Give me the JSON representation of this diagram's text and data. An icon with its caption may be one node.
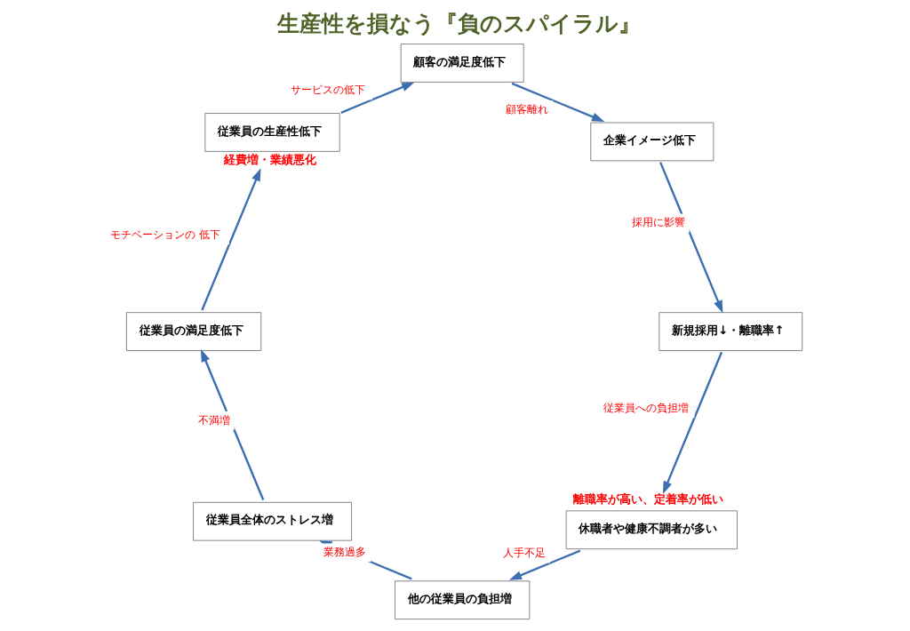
{
  "diagram": {
    "title": "生産性を損なう『負のスパイラル』",
    "nodes": [
      {
        "text": [
          "休職者や健康不調者が多い"
        ],
        "beside": [
          "離職率が高い、定着率が低い"
        ]
      },
      {
        "text": [
          "他の従業員の負担増"
        ]
      },
      {
        "text": [
          "従業員全体のストレス増"
        ]
      },
      {
        "text": [
          "従業員の満足度低下"
        ]
      },
      {
        "text": [
          "従業員の生産性低下"
        ],
        "beside": [
          "経費増・業績悪化"
        ]
      },
      {
        "text": [
          "顧客の満足度低下"
        ]
      },
      {
        "text": [
          "企業イメージ低下"
        ]
      },
      {
        "text": [
          "新規採用↓・離職率↑"
        ]
      }
    ],
    "edges": [
      {
        "from": 0,
        "to": 1,
        "arrow": "to",
        "label": "人手不足"
      },
      {
        "from": 1,
        "to": 2,
        "arrow": "to",
        "label": "業務過多"
      },
      {
        "from": 2,
        "to": 3,
        "arrow": "to",
        "label": "不満増"
      },
      {
        "from": 3,
        "to": 4,
        "arrow": "to",
        "label": "モチベーションの 低下"
      },
      {
        "from": 4,
        "to": 5,
        "arrow": "to",
        "label": "サービスの低下"
      },
      {
        "from": 5,
        "to": 6,
        "arrow": "to",
        "label": "顧客離れ"
      },
      {
        "from": 6,
        "to": 7,
        "arrow": "to",
        "label": "採用に影響"
      },
      {
        "from": 7,
        "to": 0,
        "arrow": "to",
        "label": "従業員への負担増"
      }
    ]
  }
}
